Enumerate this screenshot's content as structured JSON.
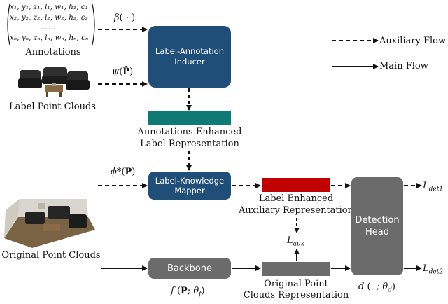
{
  "annotations": {
    "row1": "x₁, y₁, z₁, l₁, w₁, h₁, c₁",
    "row2": "x₂, y₂, z₂, l₂, w₂, h₂, c₂",
    "dots": "……",
    "rown": "xₙ, yₙ, zₙ, lₙ, wₙ, hₙ, cₙ",
    "caption": "Annotations"
  },
  "label_pc_caption": "Label Point Clouds",
  "orig_pc_caption": "Original Point Clouds",
  "legend": {
    "aux": "Auxiliary Flow",
    "main": "Main Flow"
  },
  "boxes": {
    "inducer": {
      "line1": "Label-Annotation",
      "line2": "Inducer"
    },
    "mapper": {
      "line1": "Label-Knowledge",
      "line2": "Mapper"
    },
    "backbone": "Backbone",
    "head": {
      "line1": "Detection",
      "line2": "Head"
    }
  },
  "texts": {
    "annot_enh_1": "Annotations Enhanced",
    "annot_enh_2": "Label Representation",
    "label_aux_1": "Label Enhanced",
    "label_aux_2": "Auxiliary Representation",
    "orig_rep_1": "Original Point",
    "orig_rep_2": "Clouds Representation"
  },
  "math": {
    "beta": "β",
    "beta_arg": "( · )",
    "psi": "ψ",
    "psi_arg": "P̂",
    "phi": "ϕ*",
    "phi_arg": "P",
    "f": "f",
    "f_P": "P",
    "f_theta": "θ",
    "f_sub": "f",
    "d": "d",
    "d_arg": "· ; θ",
    "d_sub": "d",
    "L": "L",
    "aux_sub": "aux",
    "det1_sub": "det1",
    "det2_sub": "det2"
  },
  "colors": {
    "dark_blue": "#1F4E79",
    "teal": "#0E7A73",
    "red": "#C00000",
    "gray": "#6B6B6B"
  }
}
